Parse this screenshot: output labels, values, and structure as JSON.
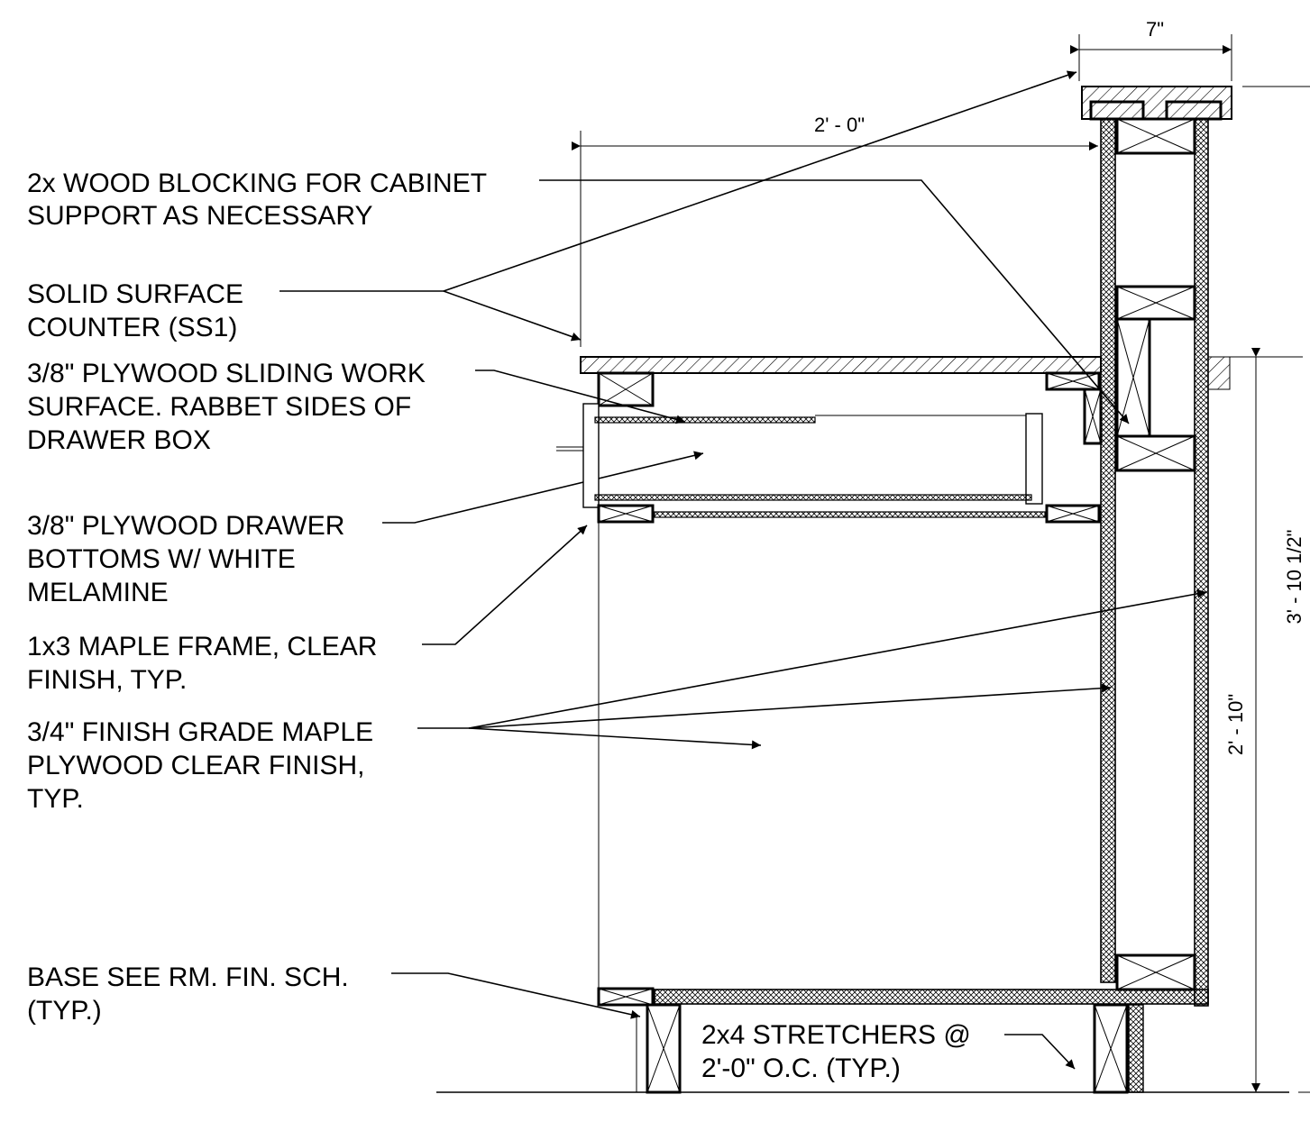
{
  "dimensions": {
    "top_width": "7\"",
    "depth": "2' - 0\"",
    "overall_height": "3' - 10 1/2\"",
    "counter_height": "2' - 10\""
  },
  "notes": [
    {
      "id": "wood-blocking",
      "lines": [
        "2x WOOD BLOCKING FOR CABINET",
        "SUPPORT AS NECESSARY"
      ]
    },
    {
      "id": "solid-surface",
      "lines": [
        "SOLID SURFACE",
        "COUNTER (SS1)"
      ]
    },
    {
      "id": "sliding-work-surface",
      "lines": [
        "3/8\" PLYWOOD SLIDING WORK",
        "SURFACE.  RABBET SIDES OF",
        "DRAWER BOX"
      ]
    },
    {
      "id": "drawer-bottoms",
      "lines": [
        "3/8\" PLYWOOD DRAWER",
        "BOTTOMS W/ WHITE",
        "MELAMINE"
      ]
    },
    {
      "id": "maple-frame",
      "lines": [
        "1x3 MAPLE FRAME, CLEAR",
        "FINISH, TYP."
      ]
    },
    {
      "id": "finish-plywood",
      "lines": [
        "3/4\" FINISH GRADE MAPLE",
        "PLYWOOD CLEAR FINISH,",
        "TYP."
      ]
    },
    {
      "id": "base",
      "lines": [
        "BASE SEE RM. FIN. SCH.",
        "(TYP.)"
      ]
    },
    {
      "id": "stretchers",
      "lines": [
        "2x4 STRETCHERS @",
        "2'-0\" O.C. (TYP.)"
      ]
    }
  ]
}
